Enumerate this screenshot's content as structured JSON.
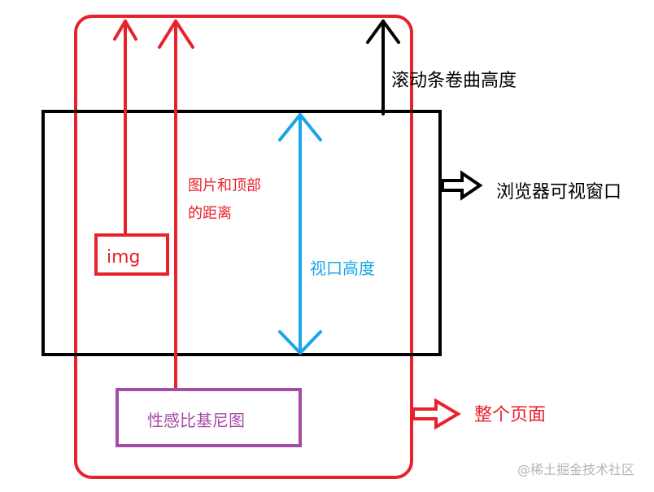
{
  "colors": {
    "red": "#e8222b",
    "black": "#000000",
    "blue": "#1aa6e6",
    "purple": "#a54ca6",
    "watermark": "#b5b5b5"
  },
  "labels": {
    "scroll_height": "滚动条卷曲高度",
    "browser_window": "浏览器可视窗口",
    "img_to_top_line1": "图片和顶部",
    "img_to_top_line2": "的距离",
    "img": "img",
    "viewport_height": "视口高度",
    "lazy_image": "性感比基尼图",
    "whole_page": "整个页面",
    "watermark": "@稀土掘金技术社区"
  }
}
